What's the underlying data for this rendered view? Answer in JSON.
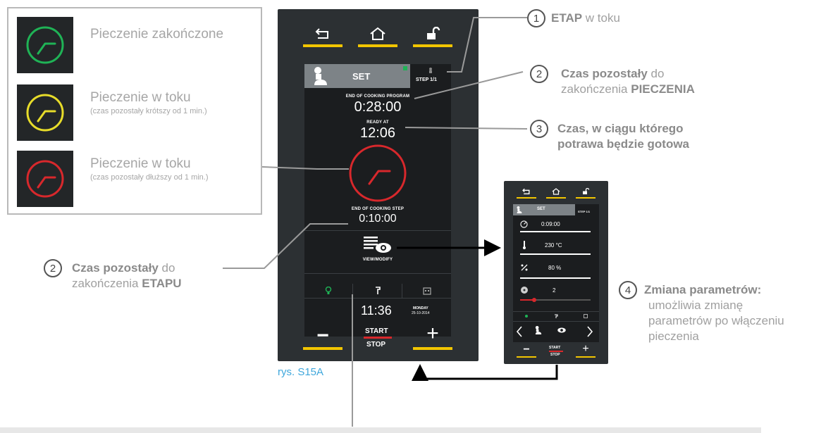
{
  "legend": [
    {
      "text": "Pieczenie zakończone",
      "sub": "",
      "color": "#1fb356"
    },
    {
      "text": "Pieczenie w toku",
      "sub": "(czas pozostały krótszy od 1 min.)",
      "color": "#e7dc2a"
    },
    {
      "text": "Pieczenie w toku",
      "sub": "(czas pozostały dłuższy od 1 min.)",
      "color": "#d8282c"
    }
  ],
  "device": {
    "top_icons": [
      "back-arrow-icon",
      "home-icon",
      "unlock-icon"
    ],
    "set_label": "SET",
    "step_label": "STEP 1/1",
    "end_program_label": "END OF COOKING PROGRAM",
    "end_program_time": "0:28:00",
    "ready_at_label": "READY AT",
    "ready_at_time": "12:06",
    "end_step_label": "END OF COOKING STEP",
    "end_step_time": "0:10:00",
    "view_modify_label": "VIEW/MODIFY",
    "clock_time": "11:36",
    "day": "MONDAY",
    "date": "25-10-2014",
    "minus_label": "−",
    "start_label": "START",
    "stop_label": "STOP",
    "plus_label": "+",
    "accent_color": "#f2c500"
  },
  "small_device": {
    "set_label": "SET",
    "step_label": "STEP 1/1",
    "time_value": "0:09:00",
    "temp_value": "230 °C",
    "humidity_value": "80 %",
    "fan_value": "2",
    "start_label": "START",
    "stop_label": "STOP",
    "plus_label": "+",
    "minus_label": "−",
    "fan_level": 0.2
  },
  "annotations": {
    "a1": {
      "num": "1",
      "bold": "ETAP",
      "rest": " w toku"
    },
    "a2_top": {
      "num": "2",
      "l1_bold": "Czas pozostały",
      "l1_rest": " do",
      "l2_rest": "zakończenia ",
      "l2_bold": "PIECZENIA"
    },
    "a3": {
      "num": "3",
      "l1": "Czas, w ciągu którego",
      "l2": "potrawa będzie gotowa"
    },
    "a2_bottom": {
      "num": "2",
      "l1_bold": "Czas pozostały",
      "l1_rest": " do",
      "l2_rest": "zakończenia ",
      "l2_bold": "ETAPU"
    },
    "a4": {
      "num": "4",
      "l1": "Zmiana parametrów:",
      "l2": "umożliwia zmianę",
      "l3": "parametrów po włączeniu",
      "l4": "pieczenia"
    }
  },
  "caption": "rys. S15A"
}
